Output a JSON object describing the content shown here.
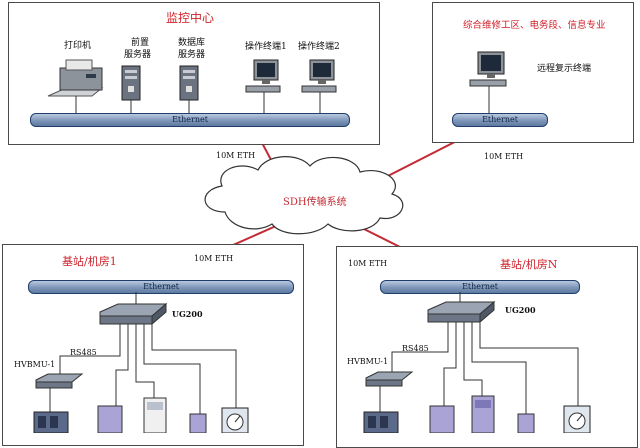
{
  "monitor_center": {
    "title": "监控中心",
    "printer_label": "打印机",
    "front_server_label_1": "前置",
    "front_server_label_2": "服务器",
    "db_server_label_1": "数据库",
    "db_server_label_2": "服务器",
    "terminal1_label": "操作终端1",
    "terminal2_label": "操作终端2",
    "bus_label": "Ethernet"
  },
  "remote_center": {
    "title": "综合维修工区、电务段、信息专业",
    "terminal_label": "远程复示终端",
    "bus_label": "Ethernet"
  },
  "links": {
    "left_eth": "10M ETH",
    "right_eth": "10M ETH",
    "station1_eth": "10M ETH",
    "stationN_eth": "10M ETH"
  },
  "cloud": {
    "label": "SDH传输系统"
  },
  "station1": {
    "title": "基站/机房1",
    "bus_label": "Ethernet",
    "device_label": "UG200",
    "rs_label": "RS485",
    "hvbmu_label": "HVBMU-1"
  },
  "stationN": {
    "title": "基站/机房N",
    "bus_label": "Ethernet",
    "device_label": "UG200",
    "rs_label": "RS485",
    "hvbmu_label": "HVBMU-1"
  },
  "colors": {
    "link_red": "#c42a33",
    "title_red": "#d0202a",
    "bus_blue": "#7d96b8"
  }
}
